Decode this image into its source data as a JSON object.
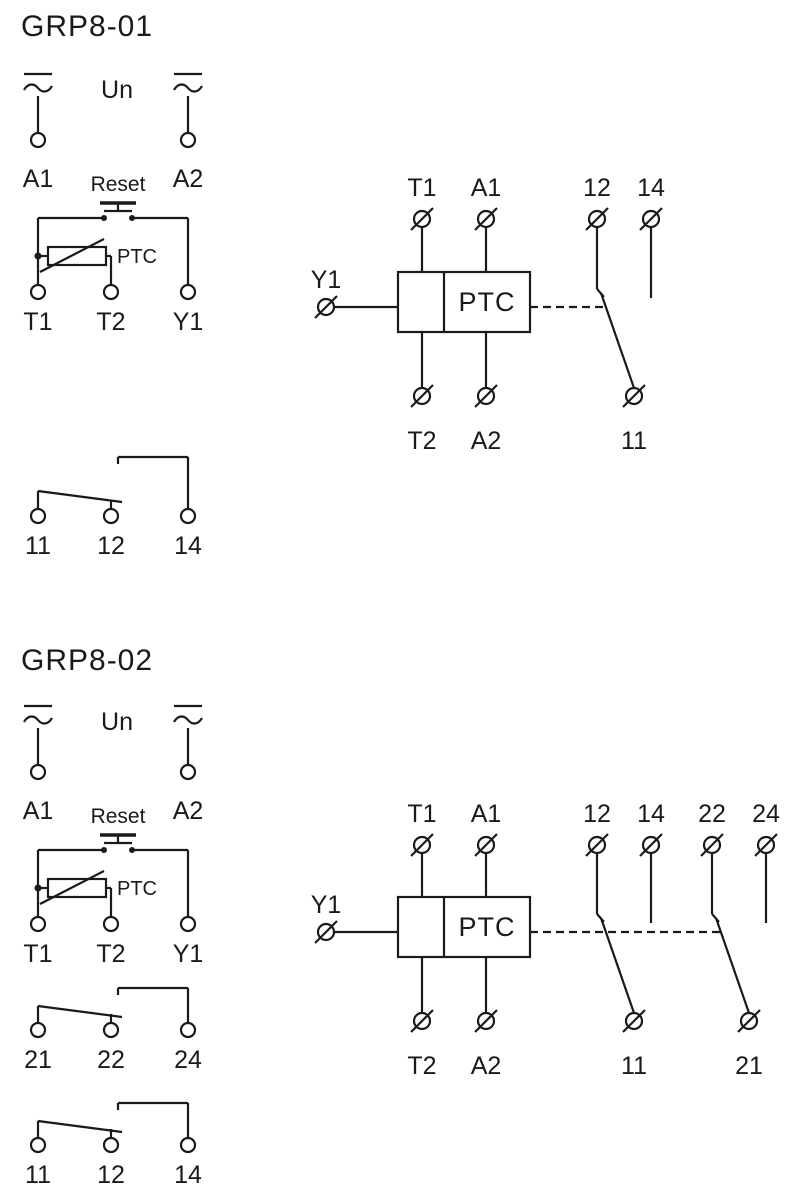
{
  "colors": {
    "background": "#ffffff",
    "line": "#1a1a1a"
  },
  "grp8_01": {
    "title": "GRP8-01",
    "schematic": {
      "supply_label": "Un",
      "a1": "A1",
      "a2": "A2",
      "reset_label": "Reset",
      "ptc_label": "PTC",
      "t1": "T1",
      "t2": "T2",
      "y1": "Y1",
      "contact": {
        "common": "11",
        "nc": "12",
        "no": "14"
      }
    },
    "pinout": {
      "t1": "T1",
      "a1": "A1",
      "nc": "12",
      "no": "14",
      "y1": "Y1",
      "device_label": "PTC",
      "t2": "T2",
      "a2": "A2",
      "common": "11"
    }
  },
  "grp8_02": {
    "title": "GRP8-02",
    "schematic": {
      "supply_label": "Un",
      "a1": "A1",
      "a2": "A2",
      "reset_label": "Reset",
      "ptc_label": "PTC",
      "t1": "T1",
      "t2": "T2",
      "y1": "Y1",
      "contact1": {
        "common": "21",
        "nc": "22",
        "no": "24"
      },
      "contact2": {
        "common": "11",
        "nc": "12",
        "no": "14"
      }
    },
    "pinout": {
      "t1": "T1",
      "a1": "A1",
      "nc1": "12",
      "no1": "14",
      "nc2": "22",
      "no2": "24",
      "y1": "Y1",
      "device_label": "PTC",
      "t2": "T2",
      "a2": "A2",
      "common1": "11",
      "common2": "21"
    }
  }
}
